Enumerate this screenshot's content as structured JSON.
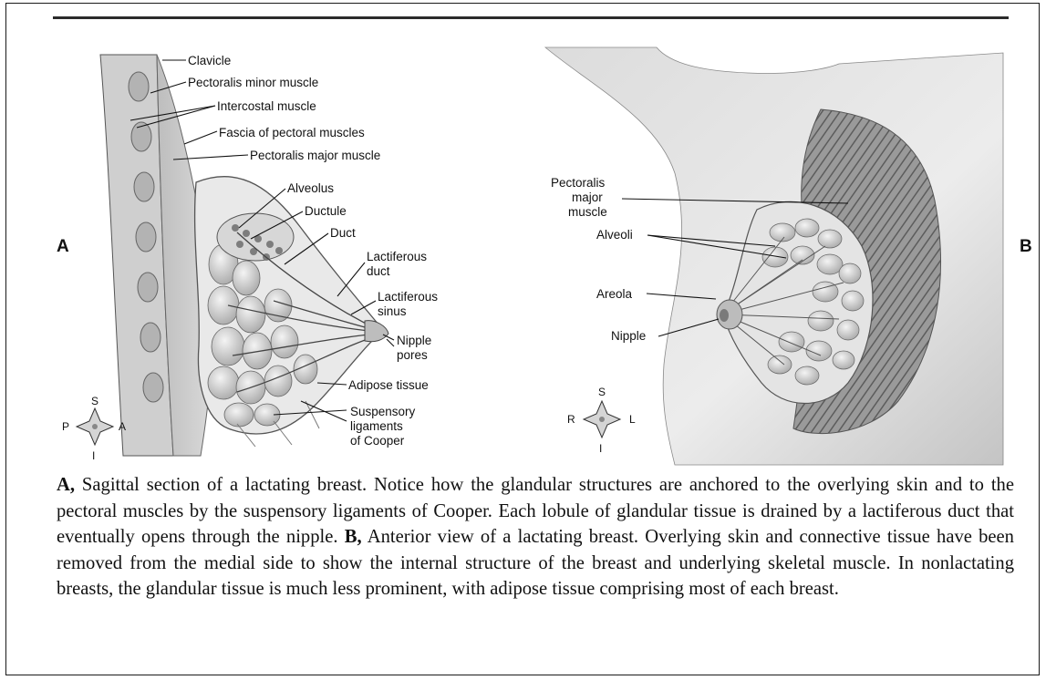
{
  "panel_a": {
    "letter": "A",
    "labels": {
      "clavicle": "Clavicle",
      "pectoralis_minor": "Pectoralis minor muscle",
      "intercostal": "Intercostal muscle",
      "fascia": "Fascia of pectoral muscles",
      "pectoralis_major": "Pectoralis major muscle",
      "alveolus": "Alveolus",
      "ductule": "Ductule",
      "duct": "Duct",
      "lactiferous_duct_1": "Lactiferous",
      "lactiferous_duct_2": "duct",
      "lactiferous_sinus_1": "Lactiferous",
      "lactiferous_sinus_2": "sinus",
      "nipple_pores_1": "Nipple",
      "nipple_pores_2": "pores",
      "adipose": "Adipose tissue",
      "suspensory_1": "Suspensory",
      "suspensory_2": "ligaments",
      "suspensory_3": "of Cooper"
    },
    "compass": {
      "top": "S",
      "bottom": "I",
      "left": "P",
      "right": "A"
    }
  },
  "panel_b": {
    "letter": "B",
    "labels": {
      "pectoralis_1": "Pectoralis",
      "pectoralis_2": "major",
      "pectoralis_3": "muscle",
      "alveoli": "Alveoli",
      "areola": "Areola",
      "nipple": "Nipple"
    },
    "compass": {
      "top": "S",
      "bottom": "I",
      "left": "R",
      "right": "L"
    }
  },
  "caption": {
    "a_marker": "A,",
    "a_text": " Sagittal section of a lactating breast. Notice how the glandular structures are anchored to the overlying skin and to the pectoral muscles by the suspensory ligaments of Cooper. Each lobule of glandular tissue is drained by a lactiferous duct that eventually opens through the nipple. ",
    "b_marker": "B,",
    "b_text": " Anterior view of a lactating breast. Overlying skin and connective tissue have been removed from the medial side to show the internal structure of the breast and underlying skeletal muscle. In nonlactating breasts, the glandular tissue is much less prominent, with adipose tissue comprising most of each breast."
  },
  "colors": {
    "ink": "#111111",
    "tissue_light": "#e8e8e8",
    "tissue_mid": "#c9c9c9",
    "tissue_dark": "#8f8f8f"
  }
}
